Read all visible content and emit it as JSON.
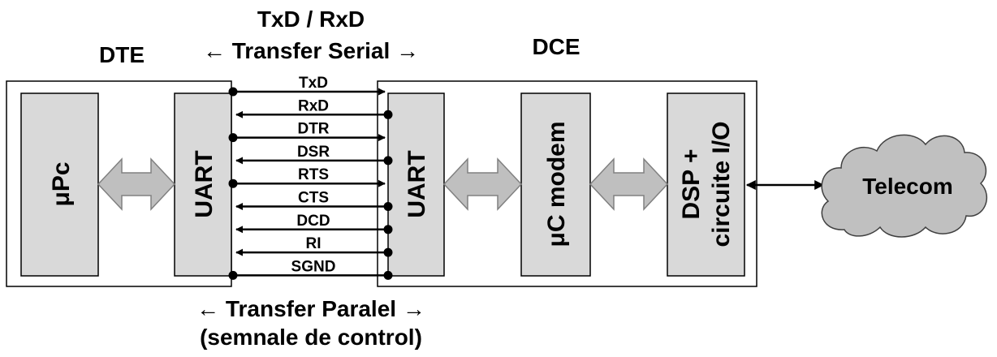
{
  "header": {
    "serial_line1": "TxD / RxD",
    "serial_line2": "← Transfer Serial →",
    "dte_label": "DTE",
    "dce_label": "DCE"
  },
  "footer": {
    "parallel_line1": "← Transfer Paralel →",
    "parallel_line2": "(semnale de control)"
  },
  "blocks": {
    "upc": "μPc",
    "uart_dte": "UART",
    "uart_dce": "UART",
    "uc_modem": "μC modem",
    "dsp_line1": "DSP +",
    "dsp_line2": "circuite I/O",
    "telecom": "Telecom"
  },
  "signals": [
    {
      "name": "TxD",
      "direction": "right"
    },
    {
      "name": "RxD",
      "direction": "left"
    },
    {
      "name": "DTR",
      "direction": "right"
    },
    {
      "name": "DSR",
      "direction": "left"
    },
    {
      "name": "RTS",
      "direction": "right"
    },
    {
      "name": "CTS",
      "direction": "left"
    },
    {
      "name": "DCD",
      "direction": "left"
    },
    {
      "name": "RI",
      "direction": "left"
    },
    {
      "name": "SGND",
      "direction": "none"
    }
  ],
  "colors": {
    "block_fill": "#d9d9d9",
    "arrow_fill": "#bfbfbf",
    "cloud_fill": "#c0c0c0",
    "stroke": "#000000"
  }
}
